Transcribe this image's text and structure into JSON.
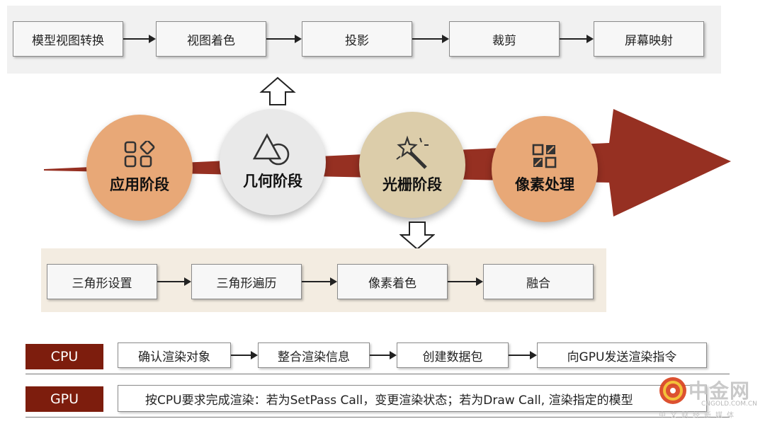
{
  "geometry_steps": [
    "模型视图转换",
    "视图着色",
    "投影",
    "裁剪",
    "屏幕映射"
  ],
  "stages": [
    {
      "label": "应用阶段",
      "icon": "shapes-icon",
      "color": "#e8a877"
    },
    {
      "label": "几何阶段",
      "icon": "triangle-circle-icon",
      "color": "#e9e9e9"
    },
    {
      "label": "光栅阶段",
      "icon": "magic-wand-icon",
      "color": "#dccdaa"
    },
    {
      "label": "像素处理",
      "icon": "pixel-grid-icon",
      "color": "#e8a877"
    }
  ],
  "raster_steps": [
    "三角形设置",
    "三角形遍历",
    "像素着色",
    "融合"
  ],
  "cpu": {
    "label": "CPU",
    "steps": [
      "确认渲染对象",
      "整合渲染信息",
      "创建数据包",
      "向GPU发送渲染指令"
    ]
  },
  "gpu": {
    "label": "GPU",
    "text": "按CPU要求完成渲染：若为SetPass Call，变更渲染状态；若为Draw Call, 渲染指定的模型"
  },
  "colors": {
    "pipeline_arrow": "#963022",
    "row_label_bg": "#7d1d0d"
  },
  "watermark": {
    "name": "中金网",
    "domain": "CNGOLD.COM.CN",
    "tagline": "中文财经新媒体"
  }
}
